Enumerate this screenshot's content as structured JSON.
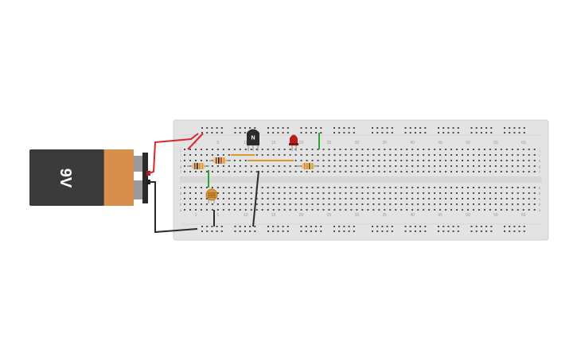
{
  "battery": {
    "label": "9V",
    "body_color": "#3b3b3b",
    "cap_color": "#d88f4e"
  },
  "transistor": {
    "label": "N"
  },
  "breadboard": {
    "column_numbers": [
      "1",
      "5",
      "10",
      "15",
      "20",
      "25",
      "30",
      "35",
      "40",
      "45",
      "50",
      "55",
      "60"
    ],
    "row_letters_top": [
      "j",
      "i",
      "h",
      "g",
      "f"
    ],
    "row_letters_bottom": [
      "e",
      "d",
      "c",
      "b",
      "a"
    ]
  },
  "colors": {
    "board": "#e3e3e3",
    "hole": "#4a4a4a",
    "wire_red": "#d9262c",
    "wire_black": "#2b2b2b",
    "wire_green": "#2ea33a",
    "wire_orange": "#e0962e",
    "led": "#b81d1d"
  }
}
